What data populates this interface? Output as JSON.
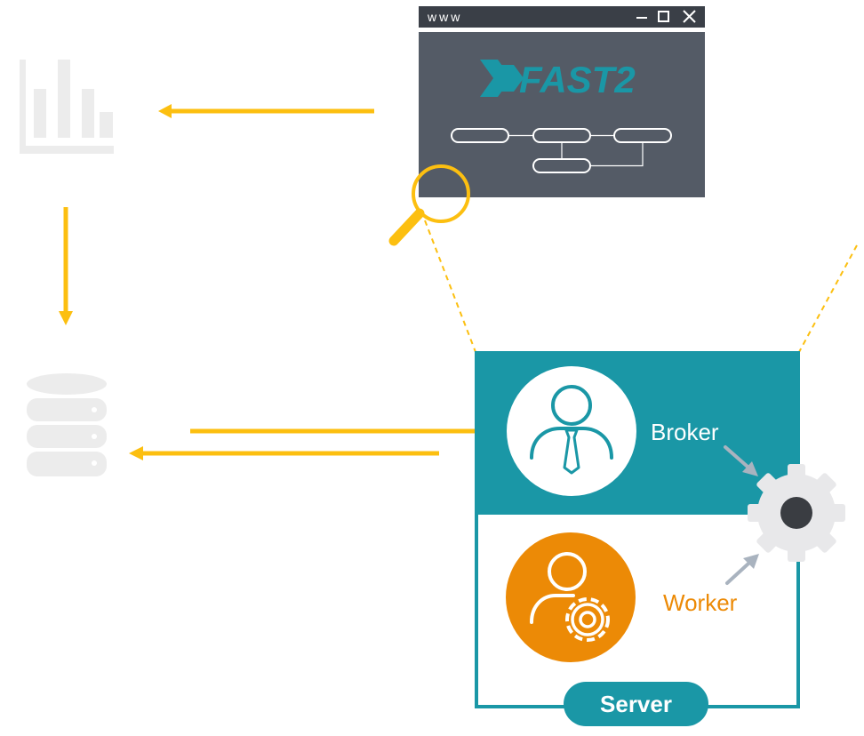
{
  "browser_window": {
    "address_text": "www",
    "logo_text": "FAST2"
  },
  "server": {
    "broker_label": "Broker",
    "worker_label": "Worker",
    "server_label": "Server"
  },
  "colors": {
    "teal": "#1a97a6",
    "orange": "#ec8a06",
    "yellow": "#fcbf10",
    "window_dark": "#545b66",
    "window_titlebar": "#3a3f47",
    "gear_grey": "#e8e8ea",
    "arrow_grey": "#a9b3bf",
    "icon_light_grey": "#ececec"
  }
}
